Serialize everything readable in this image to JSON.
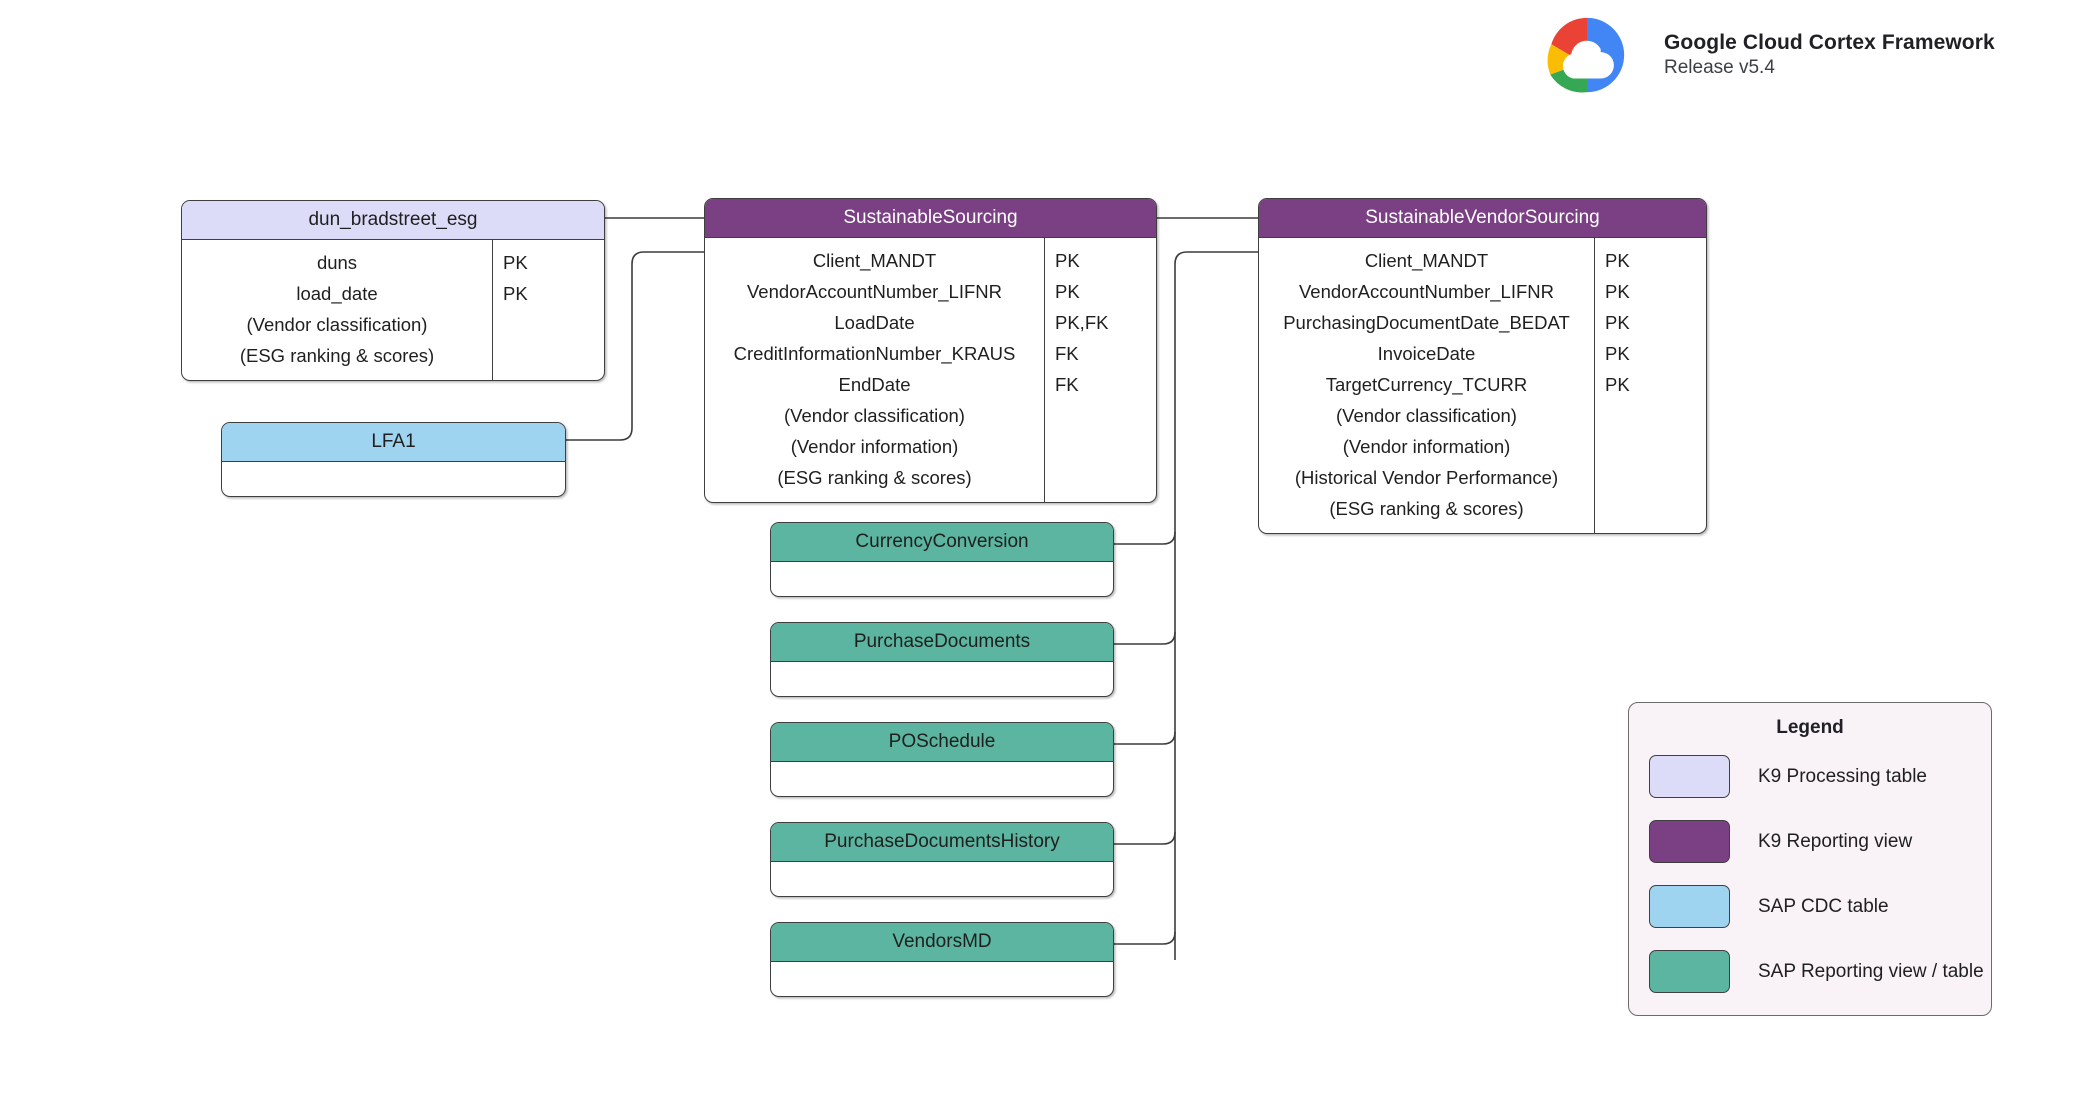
{
  "brand": {
    "logo_icon": "google-cloud-logo",
    "title": "Google Cloud Cortex Framework",
    "release": "Release v5.4"
  },
  "colors": {
    "k9_processing_table": "#dcdcf8",
    "k9_reporting_view": "#7b3f84",
    "sap_cdc_table": "#9fd4f0",
    "sap_reporting_view": "#5cb5a0",
    "legend_background": "#f9f2f7",
    "border": "#3f3f3f",
    "connector": "#3c3c3c"
  },
  "entities": [
    {
      "id": "dun-bradstreet-esg",
      "name": "dun_bradstreet_esg",
      "type": "k9proc",
      "fields": [
        "duns",
        "load_date",
        "(Vendor classification)",
        "(ESG ranking & scores)"
      ],
      "keys": [
        "PK",
        "PK",
        "",
        ""
      ]
    },
    {
      "id": "sustainable-sourcing",
      "name": "SustainableSourcing",
      "type": "k9view",
      "fields": [
        "Client_MANDT",
        "VendorAccountNumber_LIFNR",
        "LoadDate",
        "CreditInformationNumber_KRAUS",
        "EndDate",
        "(Vendor classification)",
        "(Vendor information)",
        "(ESG ranking & scores)"
      ],
      "keys": [
        "PK",
        "PK",
        "PK,FK",
        "FK",
        "FK",
        "",
        "",
        ""
      ]
    },
    {
      "id": "sustainable-vendor-sourcing",
      "name": "SustainableVendorSourcing",
      "type": "k9view",
      "fields": [
        "Client_MANDT",
        "VendorAccountNumber_LIFNR",
        "PurchasingDocumentDate_BEDAT",
        "InvoiceDate",
        "TargetCurrency_TCURR",
        "(Vendor classification)",
        "(Vendor information)",
        "(Historical Vendor Performance)",
        "(ESG ranking & scores)"
      ],
      "keys": [
        "PK",
        "PK",
        "PK",
        "PK",
        "PK",
        "",
        "",
        "",
        ""
      ]
    },
    {
      "id": "lfa1",
      "name": "LFA1",
      "type": "sapcdc",
      "fields": [],
      "keys": []
    },
    {
      "id": "currency-conversion",
      "name": "CurrencyConversion",
      "type": "sapreport",
      "fields": [],
      "keys": []
    },
    {
      "id": "purchase-documents",
      "name": "PurchaseDocuments",
      "type": "sapreport",
      "fields": [],
      "keys": []
    },
    {
      "id": "po-schedule",
      "name": "POSchedule",
      "type": "sapreport",
      "fields": [],
      "keys": []
    },
    {
      "id": "purchase-documents-history",
      "name": "PurchaseDocumentsHistory",
      "type": "sapreport",
      "fields": [],
      "keys": []
    },
    {
      "id": "vendors-md",
      "name": "VendorsMD",
      "type": "sapreport",
      "fields": [],
      "keys": []
    }
  ],
  "legend": {
    "title": "Legend",
    "items": [
      {
        "label": "K9 Processing table",
        "color": "#dcdcf8"
      },
      {
        "label": "K9 Reporting view",
        "color": "#7b3f84"
      },
      {
        "label": "SAP CDC table",
        "color": "#9fd4f0"
      },
      {
        "label": "SAP Reporting view / table",
        "color": "#5cb5a0"
      }
    ]
  }
}
